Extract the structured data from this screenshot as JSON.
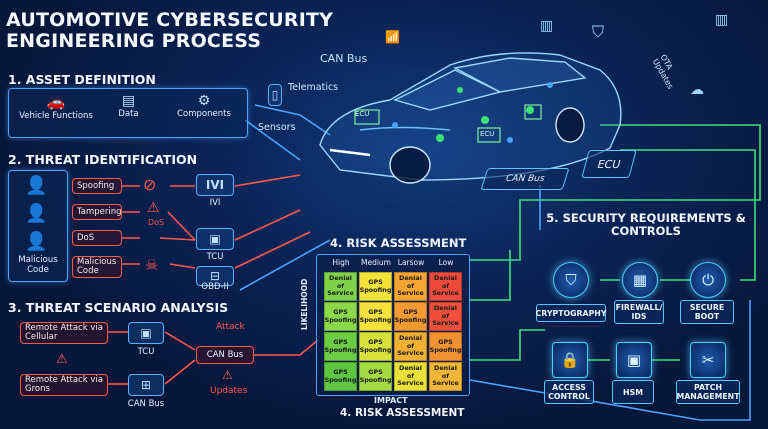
{
  "title": "AUTOMOTIVE CYBERSECURITY ENGINEERING PROCESS",
  "colors": {
    "red": "#ff5a4a",
    "blue": "#4aa3ff",
    "green": "#3ee07a",
    "background": "#07173a"
  },
  "asset_definition": {
    "heading": "1.  ASSET DEFINITION",
    "items": [
      {
        "label": "Vehicle Functions",
        "icon": "car-icon"
      },
      {
        "label": "Data",
        "icon": "database-icon"
      },
      {
        "label": "Components",
        "icon": "gears-icon"
      }
    ]
  },
  "threat_identification": {
    "heading": "2.  THREAT IDENTIFICATION",
    "actor": "Malicious Code",
    "threats": [
      "Spoofing",
      "Tampering",
      "DoS",
      "Malicious Code"
    ],
    "warning_dos": "DoS",
    "targets": [
      "IVI",
      "TCU",
      "OBD-II"
    ]
  },
  "threat_scenario": {
    "heading": "3. THREAT SCENARIO ANALYSIS",
    "attacks": [
      "Remote Attack via Cellular",
      "Remote Attack via Grons"
    ],
    "nodes": [
      "TCU",
      "CAN Bus",
      "CAN Bus"
    ],
    "attack_label": "Attack",
    "updates_label": "Updates"
  },
  "vehicle": {
    "labels": [
      "CAN Bus",
      "Telematics",
      "Sensors",
      "CAN Bus",
      "ECU",
      "ECU",
      "ECU",
      "OTA Updates"
    ]
  },
  "risk_assessment": {
    "heading": "4. RISK ASSESSMENT",
    "footer": "4. RISK ASSESSMENT",
    "x_label": "IMPACT",
    "y_label": "LIKELIHOOD",
    "columns": [
      "High",
      "Medium",
      "Larsow",
      "Low"
    ],
    "rows": [
      [
        "Denial of Service",
        "GPS Spoofing",
        "Denial of Service",
        "Denial of Service"
      ],
      [
        "GPS Spoofing",
        "GPS Spoofing",
        "GPS Spoofing",
        "Denial of Service"
      ],
      [
        "GPS Spoofing",
        "GPS Spoofing",
        "Denial of Service",
        "GPS Spoofing"
      ],
      [
        "GPS Spoofing",
        "GPS Spoofing",
        "Denial of Service",
        "Denial of Service"
      ]
    ],
    "cell_colors": [
      [
        "#7fd24a",
        "#f2e23a",
        "#f7a531",
        "#f04a3a"
      ],
      [
        "#8bd84a",
        "#f4e33c",
        "#f49a32",
        "#f0503a"
      ],
      [
        "#6ccd45",
        "#d8e03c",
        "#f0b034",
        "#f39232"
      ],
      [
        "#5ec742",
        "#a6da44",
        "#e9e03a",
        "#f3b535"
      ]
    ]
  },
  "security_controls": {
    "heading": "5. SECURITY REQUIREMENTS & CONTROLS",
    "controls": [
      {
        "label": "CRYPTOGRAPHY",
        "icon": "shield-icon"
      },
      {
        "label": "FIREWALL/ IDS",
        "icon": "firewall-icon"
      },
      {
        "label": "SECURE BOOT",
        "icon": "power-icon"
      },
      {
        "label": "ACCESS CONTROL",
        "icon": "lock-icon"
      },
      {
        "label": "HSM",
        "icon": "chip-icon"
      },
      {
        "label": "PATCH MANAGEMENT",
        "icon": "tools-icon"
      }
    ]
  }
}
